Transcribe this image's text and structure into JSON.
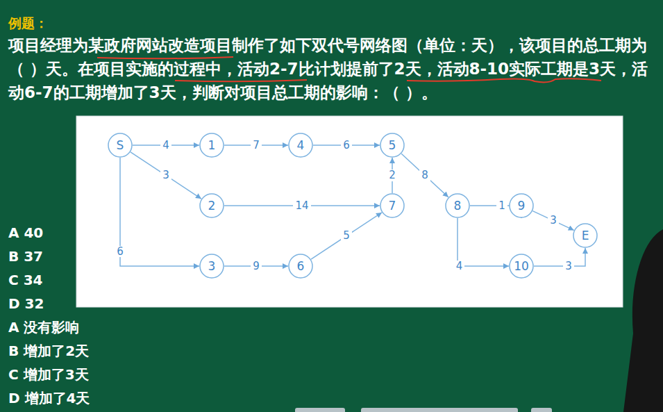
{
  "diagram": {
    "title": "例题：",
    "nodes": [
      {
        "text": [
          "S"
        ]
      },
      {
        "text": [
          "1"
        ]
      },
      {
        "text": [
          "4"
        ]
      },
      {
        "text": [
          "5"
        ]
      },
      {
        "text": [
          "2"
        ]
      },
      {
        "text": [
          "7"
        ]
      },
      {
        "text": [
          "8"
        ]
      },
      {
        "text": [
          "9"
        ]
      },
      {
        "text": [
          "E"
        ]
      },
      {
        "text": [
          "3"
        ]
      },
      {
        "text": [
          "6"
        ]
      },
      {
        "text": [
          "10"
        ]
      }
    ],
    "edges": [
      {
        "from": 0,
        "to": 1,
        "label": "4",
        "arrow": "to"
      },
      {
        "from": 1,
        "to": 2,
        "label": "7",
        "arrow": "to"
      },
      {
        "from": 2,
        "to": 3,
        "label": "6",
        "arrow": "to"
      },
      {
        "from": 0,
        "to": 4,
        "label": "3",
        "arrow": "to"
      },
      {
        "from": 4,
        "to": 5,
        "label": "14",
        "arrow": "to"
      },
      {
        "from": 5,
        "to": 3,
        "label": "2",
        "arrow": "to"
      },
      {
        "from": 3,
        "to": 6,
        "label": "8",
        "arrow": "to"
      },
      {
        "from": 6,
        "to": 7,
        "label": "1",
        "arrow": "to"
      },
      {
        "from": 7,
        "to": 8,
        "label": "3",
        "arrow": "to"
      },
      {
        "from": 0,
        "to": 9,
        "label": "6",
        "arrow": "to"
      },
      {
        "from": 9,
        "to": 10,
        "label": "9",
        "arrow": "to"
      },
      {
        "from": 10,
        "to": 5,
        "label": "5",
        "arrow": "to"
      },
      {
        "from": 6,
        "to": 11,
        "label": "4",
        "arrow": "to"
      },
      {
        "from": 11,
        "to": 8,
        "label": "3",
        "arrow": "to"
      }
    ],
    "labels": [
      "项目经理为某政府网站改造项目制作了如下双代号网络图（单位：天），该项目的总工期为（ ）天。在项目实施的过程中，活动2-7比计划提前了2天，活动8-10实际工期是3天，活动6-7的工期增加了3天，判断对项目总工期的影响：（ ）。",
      "A 40",
      "B 37",
      "C 34",
      "D 32",
      "A 没有影响",
      "B 增加了2天",
      "C 增加了3天",
      "D 增加了4天"
    ]
  }
}
